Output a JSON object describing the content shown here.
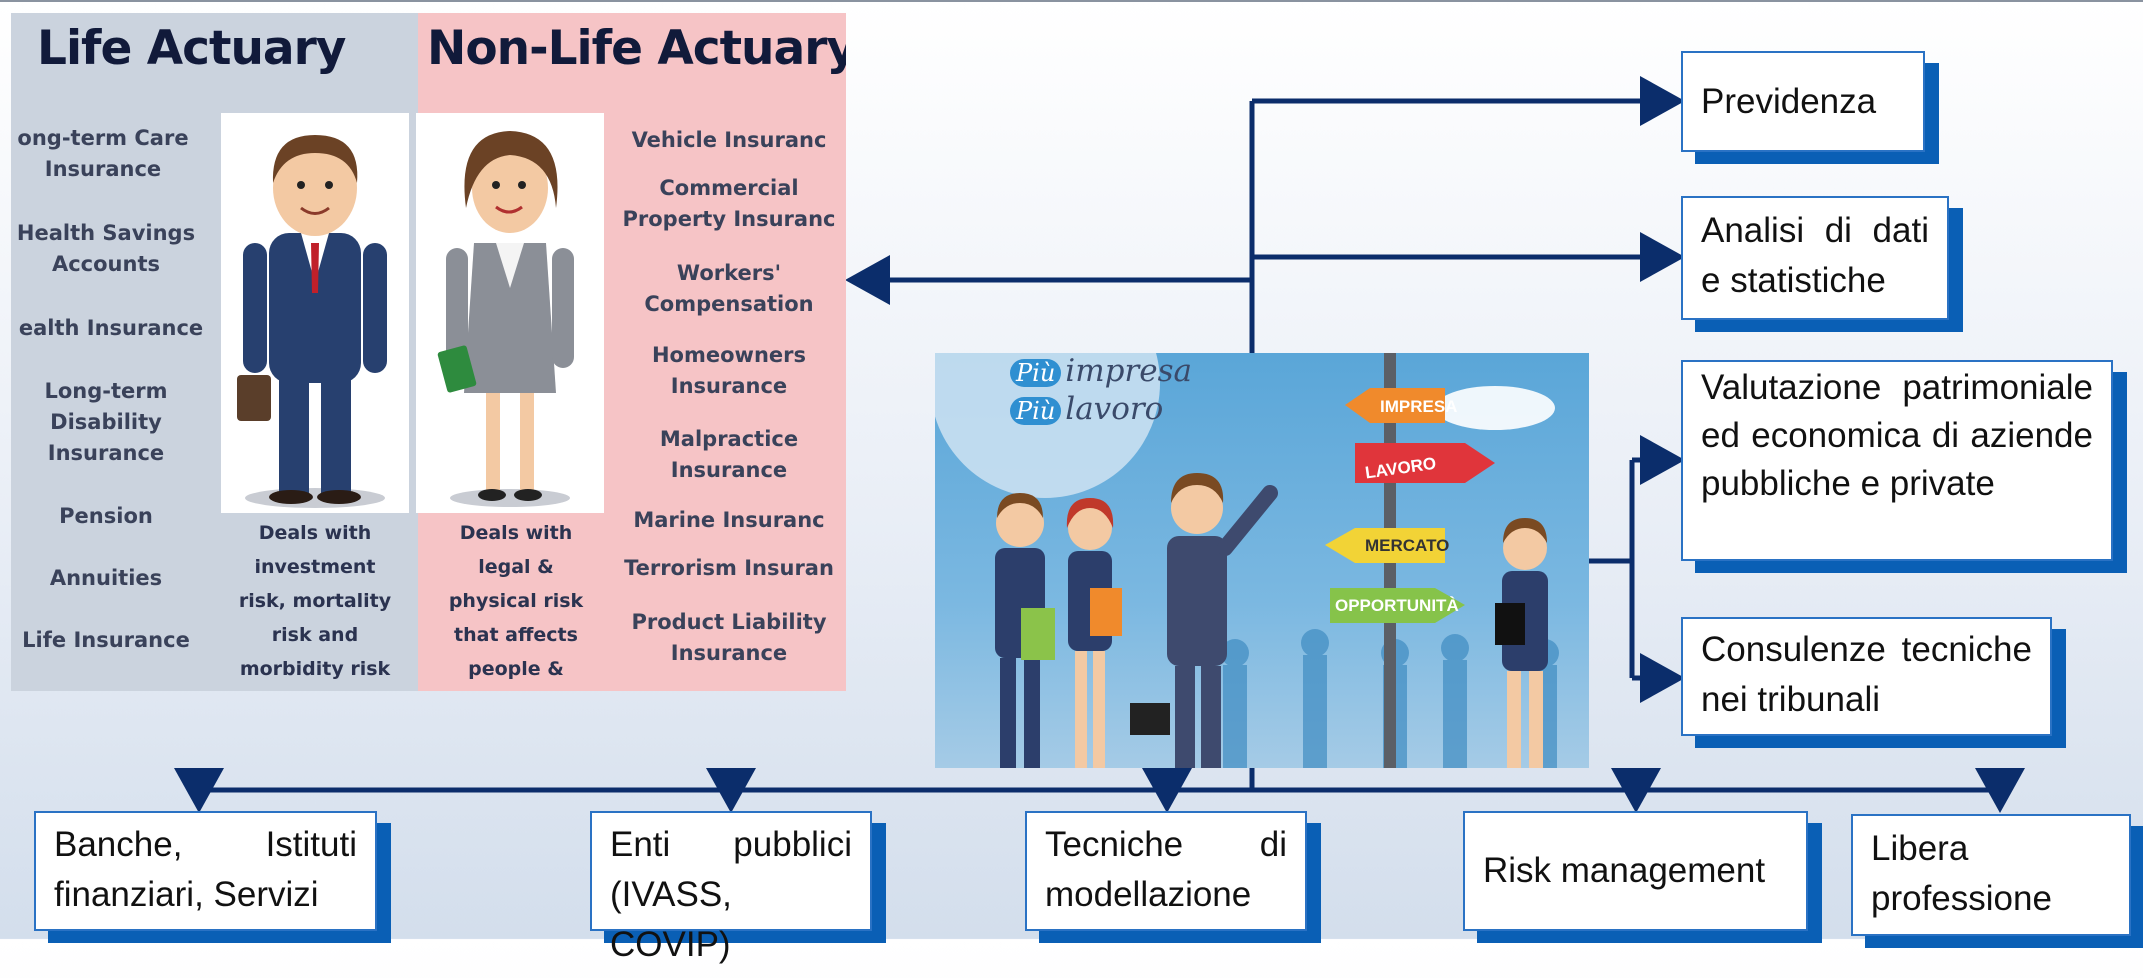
{
  "infographic": {
    "life_title": "Life Actuary",
    "nonlife_title": "Non-Life Actuary",
    "life_items": [
      "ong-term Care\nInsurance",
      "Health Savings\nAccounts",
      "ealth Insurance",
      "Long-term\nDisability\nInsurance",
      "Pension",
      "Annuities",
      "Life Insurance"
    ],
    "nonlife_items": [
      "Vehicle Insuranc",
      "Commercial\nProperty Insuranc",
      "Workers'\nCompensation",
      "Homeowners\nInsurance",
      "Malpractice\nInsurance",
      "Marine Insuranc",
      "Terrorism Insuran",
      "Product Liability\nInsurance"
    ],
    "life_deal": "Deals with\ninvestment\nrisk, mortality\nrisk and\nmorbidity risk",
    "nonlife_deal": "Deals with\nlegal &\nphysical risk\nthat affects\npeople &\nproperty"
  },
  "photo": {
    "logo_piu": "Più",
    "logo_impresa": "impresa",
    "logo_lavoro": "lavoro",
    "signs": [
      "IMPRESA",
      "LAVORO",
      "MERCATO",
      "OPPORTUNITÀ"
    ]
  },
  "right_boxes": {
    "previdenza": "Previdenza",
    "analisi": "Analisi di dati e statistiche",
    "valutazione": "Valutazione patrimoniale ed economica di aziende pubbliche e private",
    "consulenze": "Consulenze tecniche nei tribunali"
  },
  "bottom_boxes": {
    "banche": "Banche, Istituti finanziari, Servizi",
    "enti": "Enti pubblici (IVASS, COVIP)",
    "tecniche": "Tecniche di modellazione",
    "risk": "Risk management",
    "libera": "Libera professione"
  },
  "colors": {
    "connector": "#0b2d6b",
    "box_border": "#2a72c4",
    "box_shadow": "#0a5fb5"
  }
}
